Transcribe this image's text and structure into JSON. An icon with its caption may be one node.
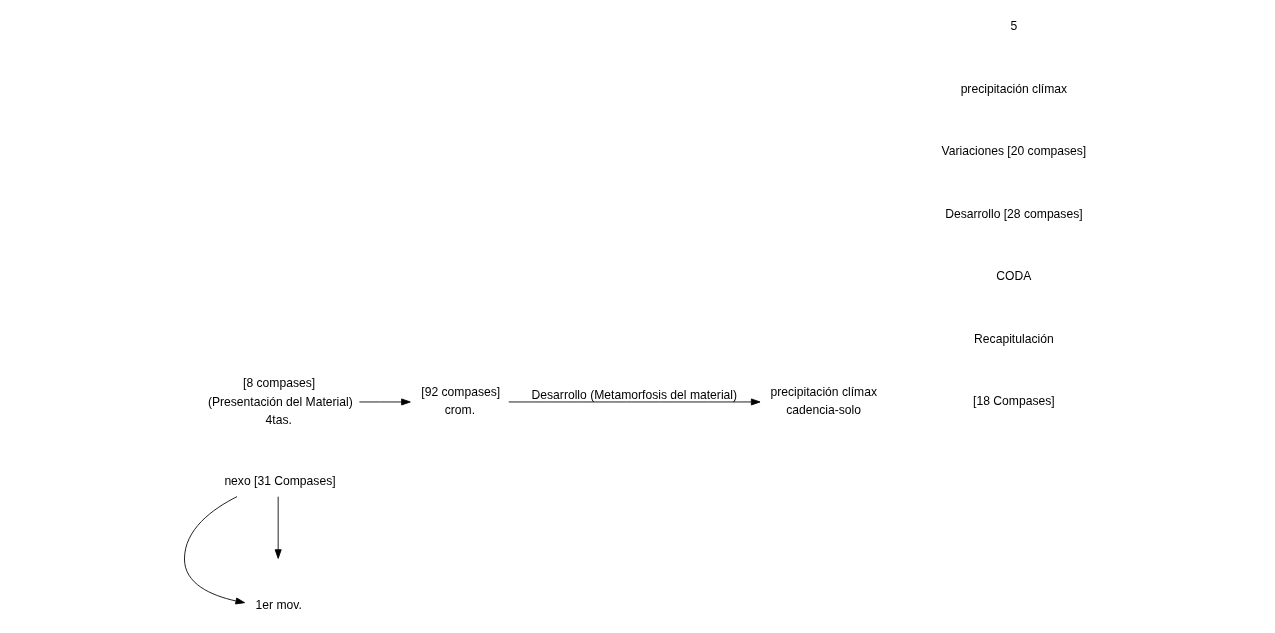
{
  "diagram": {
    "nodes": [
      {
        "text": [
          "1er mov."
        ]
      },
      {
        "text": [
          "4tas."
        ],
        "beside": [
          "[8 compases]",
          "(Presentación del Material)"
        ]
      },
      {
        "text": [
          "crom."
        ],
        "beside": [
          "[92 compases]"
        ]
      },
      {
        "text": [
          "cadencia-solo"
        ],
        "beside": [
          "precipitación clímax"
        ]
      },
      {
        "text": [
          "nexo [31 Compases]"
        ]
      }
    ],
    "edges": [
      {
        "from": 1,
        "to": 2,
        "arrow": "to"
      },
      {
        "from": 2,
        "to": 3,
        "arrow": "to",
        "label": "Desarrollo (Metamorfosis del material)"
      },
      {
        "from": 4,
        "to": 0,
        "arrow": "to"
      },
      {
        "from": 4,
        "to": null,
        "arrow": "to"
      }
    ],
    "labels": [
      "[18 Compases]",
      "Recapitulación",
      "CODA",
      "Desarrollo [28 compases]",
      "Variaciones [20 compases]",
      "precipitación clímax",
      "5"
    ]
  }
}
